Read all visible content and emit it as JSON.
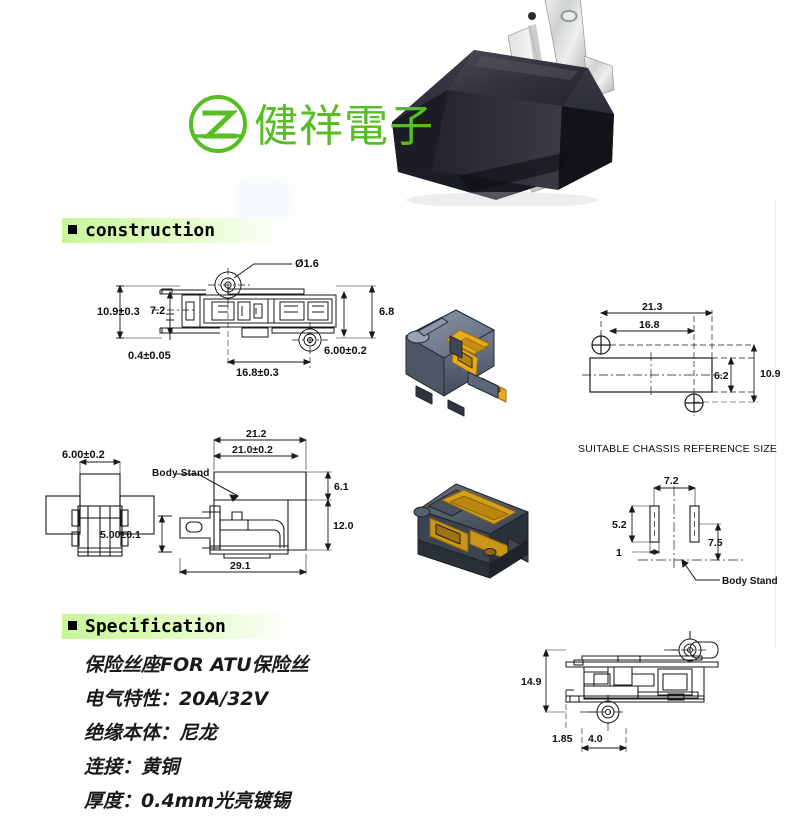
{
  "brand": {
    "logo_text": "健祥電子",
    "logo_mark": "circled-z-logo"
  },
  "sections": {
    "construction": {
      "label": "construction",
      "bullet": "square-bullet"
    },
    "specification": {
      "label": "Specification",
      "bullet": "square-bullet"
    }
  },
  "specification": {
    "lines": [
      "保险丝座FOR ATU保险丝",
      "电气特性：20A/32V",
      "绝缘本体：尼龙",
      "连接：黄铜",
      "厚度：0.4mm光亮镀锡"
    ]
  },
  "drawings": {
    "top_section_view": {
      "name": "top-section-view",
      "dims": {
        "hole_dia": "Ø1.6",
        "overall_height": "10.9±0.3",
        "inner_height": "7.2",
        "thickness": "0.4±0.05",
        "length": "16.8±0.3",
        "right_height": "6.8",
        "right_width": "6.00±0.2"
      }
    },
    "chassis_reference": {
      "name": "suitable-chassis-reference-size",
      "caption": "SUITABLE CHASSIS REFERENCE SIZE",
      "dims": {
        "outer_width": "21.3",
        "hole_pitch": "16.8",
        "outer_height": "10.9",
        "slot_height": "6.2"
      }
    },
    "side_view": {
      "name": "side-profile-view",
      "dims": {
        "body_width": "21.2",
        "body_width_tol": "21.0±0.2",
        "stand_height": "6.1",
        "body_height": "12.0",
        "overall_length": "29.1",
        "terminal_height": "5.00±0.1"
      },
      "annotation": "Body Stand"
    },
    "front_view": {
      "name": "front-end-view",
      "dims": {
        "width": "6.00±0.2"
      }
    },
    "terminal_layout": {
      "name": "terminal-layout-view",
      "dims": {
        "pitch": "7.2",
        "blade_height": "5.2",
        "blade_width": "1",
        "stand_offset": "7.5"
      },
      "annotation": "Body Stand"
    },
    "bottom_section_view": {
      "name": "bottom-section-view",
      "dims": {
        "height": "14.9",
        "edge_offset": "1.85",
        "hole_offset": "4.0"
      }
    }
  },
  "renders": {
    "iso_top": {
      "name": "isometric-render-top"
    },
    "iso_bottom": {
      "name": "isometric-render-bottom"
    }
  },
  "colors": {
    "brand_green": "#57bd22",
    "header_green": "#c8f59a",
    "line": "#1a1a1a",
    "brass": "#e8a820",
    "body_gray": "#6b7788"
  }
}
